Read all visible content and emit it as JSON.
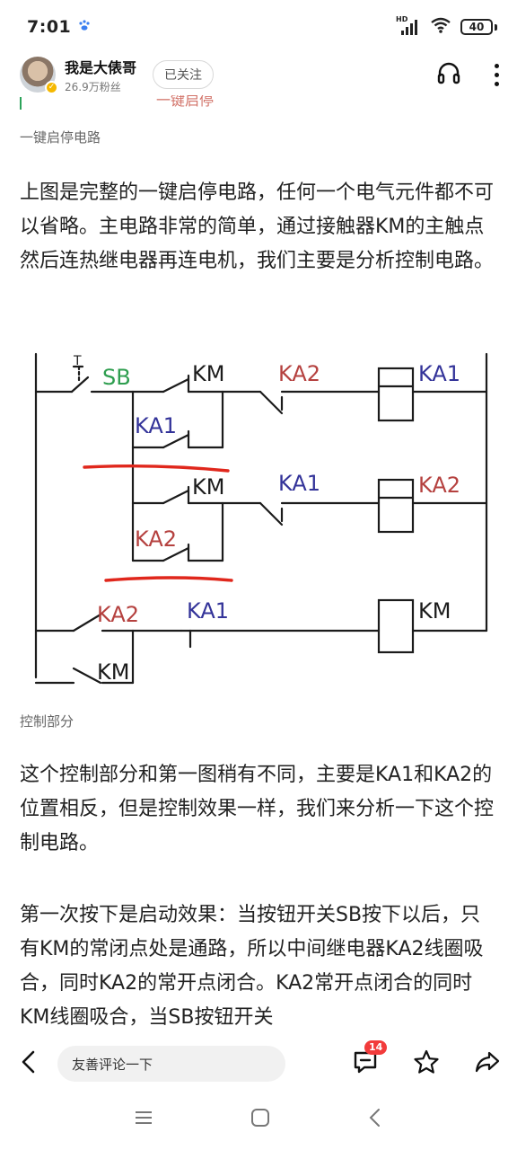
{
  "status": {
    "time": "7:01",
    "network": "HD",
    "battery": "40"
  },
  "author": {
    "name": "我是大俵哥",
    "fans": "26.9万粉丝",
    "follow_label": "已关注"
  },
  "article": {
    "prev_fragment": "一键启停",
    "caption1": "一键启停电路",
    "para1": "上图是完整的一键启停电路，任何一个电气元件都不可以省略。主电路非常的简单，通过接触器KM的主触点然后连热继电器再连电机，我们主要是分析控制电路。",
    "diagram_labels": {
      "t": "T",
      "sb": "SB",
      "km_r1": "KM",
      "ka2_r1": "KA2",
      "ka1_coil": "KA1",
      "ka1_r1b": "KA1",
      "km_r2": "KM",
      "ka1_r2": "KA1",
      "ka2_coil": "KA2",
      "ka2_r2b": "KA2",
      "ka2_r3": "KA2",
      "ka1_r3": "KA1",
      "km_coil": "KM",
      "km_r4": "KM"
    },
    "caption2": "控制部分",
    "para2": "这个控制部分和第一图稍有不同，主要是KA1和KA2的位置相反，但是控制效果一样，我们来分析一下这个控制电路。",
    "para3": "第一次按下是启动效果：当按钮开关SB按下以后，只有KM的常闭点处是通路，所以中间继电器KA2线圈吸合，同时KA2的常开点闭合。KA2常开点闭合的同时KM线圈吸合，当SB按钮开关"
  },
  "bottom": {
    "comment_placeholder": "友善评论一下",
    "comment_count": "14"
  },
  "colors": {
    "wire": "#1b1b1b",
    "label_green": "#2e9e4f",
    "label_red": "#b5413f",
    "label_blue": "#333399",
    "underline_red": "#e0271c"
  }
}
